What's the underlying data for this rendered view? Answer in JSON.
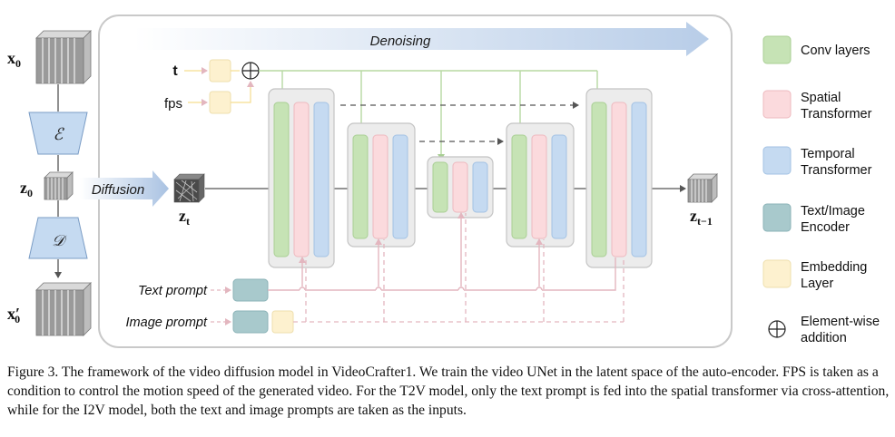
{
  "diagram": {
    "denoising_label": "Denoising",
    "diffusion_label": "Diffusion",
    "t_label": "t",
    "fps_label": "fps",
    "text_prompt_label": "Text prompt",
    "image_prompt_label": "Image prompt",
    "x0_label": "x",
    "x0_sub": "0",
    "z0_label": "z",
    "z0_sub": "0",
    "zt_label": "z",
    "zt_sub": "t",
    "zt1_label": "z",
    "zt1_sub": "t−1",
    "x0p_label": "x′",
    "x0p_sub": "0",
    "encoder_symbol": "ℰ",
    "decoder_symbol": "𝒟",
    "add_symbol": "⊕"
  },
  "legend": {
    "items": [
      {
        "line1": "Conv layers",
        "line2": "",
        "color": "#c6e3b5",
        "border": "#a9cf94"
      },
      {
        "line1": "Spatial",
        "line2": "Transformer",
        "color": "#fbdadd",
        "border": "#eeb9bf"
      },
      {
        "line1": "Temporal",
        "line2": "Transformer",
        "color": "#c5daf1",
        "border": "#a3c2e4"
      },
      {
        "line1": "Text/Image",
        "line2": "Encoder",
        "color": "#a8c9cc",
        "border": "#8bb3b7"
      },
      {
        "line1": "Embedding",
        "line2": "Layer",
        "color": "#fdf1cf",
        "border": "#eedfae"
      }
    ],
    "addition": {
      "symbol": "⊕",
      "line1": "Element-wise",
      "line2": "addition"
    }
  },
  "caption": "Figure 3. The framework of the video diffusion model in VideoCrafter1. We train the video UNet in the latent space of the auto-encoder. FPS is taken as a condition to control the motion speed of the generated video. For the T2V model, only the text prompt is fed into the spatial transformer via cross-attention, while for the I2V model, both the text and image prompts are taken as the inputs.",
  "colors": {
    "conv": "#c6e3b5",
    "spatial": "#fbdadd",
    "temporal": "#c5daf1",
    "encoder": "#a8c9cc",
    "embedding": "#fdf1cf",
    "conn_green": "#b7d9a2",
    "conn_pink": "#e3b6bf"
  }
}
